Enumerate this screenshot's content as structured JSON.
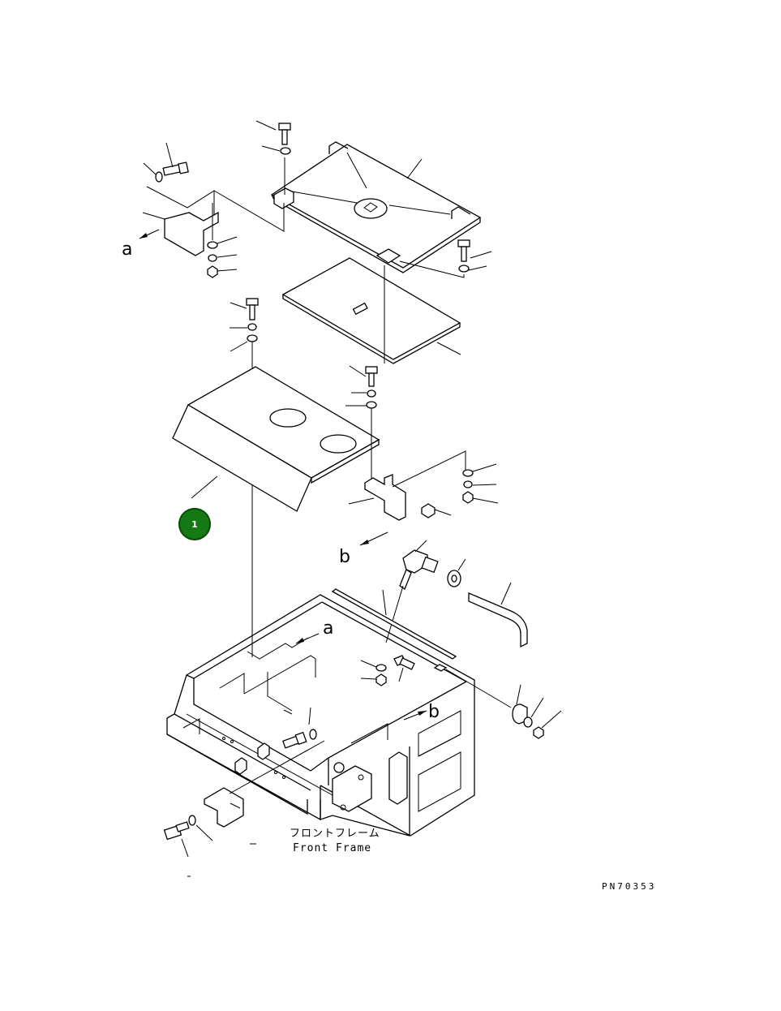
{
  "diagram": {
    "view_labels": {
      "a": "a",
      "b": "b"
    },
    "frame_caption_jp": "フロントフレーム",
    "frame_caption_en": "Front Frame",
    "drawing_code": "PN70353",
    "small_dash_1": "-",
    "small_dash_2": "-"
  },
  "callout": {
    "number": "1",
    "color": "#157a15"
  }
}
